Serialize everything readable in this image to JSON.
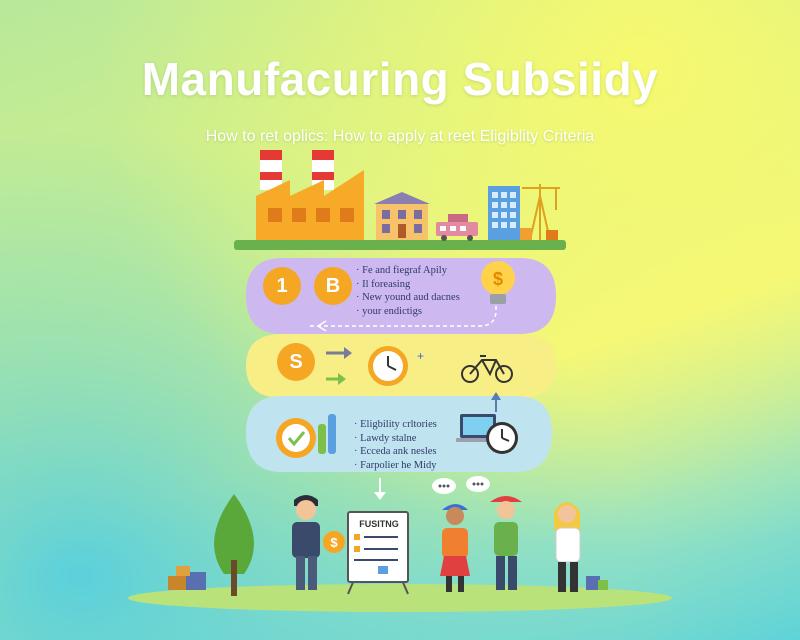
{
  "title": "Manufacuring Subsiidy",
  "subtitle": "How to ret oplics: How to apply at reet Eligiblity Criteria",
  "steps": {
    "step1": {
      "badge_a": "1",
      "badge_b": "B",
      "lines": [
        "· Fe and fiegraf Apily",
        "· Il foreasing",
        "· New yound aud dacnes",
        "· your endictigs"
      ]
    },
    "step2": {
      "badge": "S"
    },
    "step3": {
      "lines": [
        "· Eligbility crltories",
        "· Lawdy stalne",
        "· Ecceda ank nesles",
        "· Farpolier he Midy"
      ]
    }
  },
  "sign": {
    "title": "FUSITNG",
    "coin": "$"
  },
  "icons": [
    "factory-icon",
    "building-icon",
    "train-icon",
    "office-tower-icon",
    "crane-icon",
    "lightbulb-dollar-icon",
    "clock-icon",
    "bicycle-icon",
    "laptop-icon",
    "gauge-icon",
    "tree-icon"
  ],
  "colors": {
    "orange": "#f5a623",
    "purple_band": "#cdb8ef",
    "yellow_band": "#f7ee86",
    "blue_band": "#bfe3ef",
    "ground": "#6ab04c"
  }
}
